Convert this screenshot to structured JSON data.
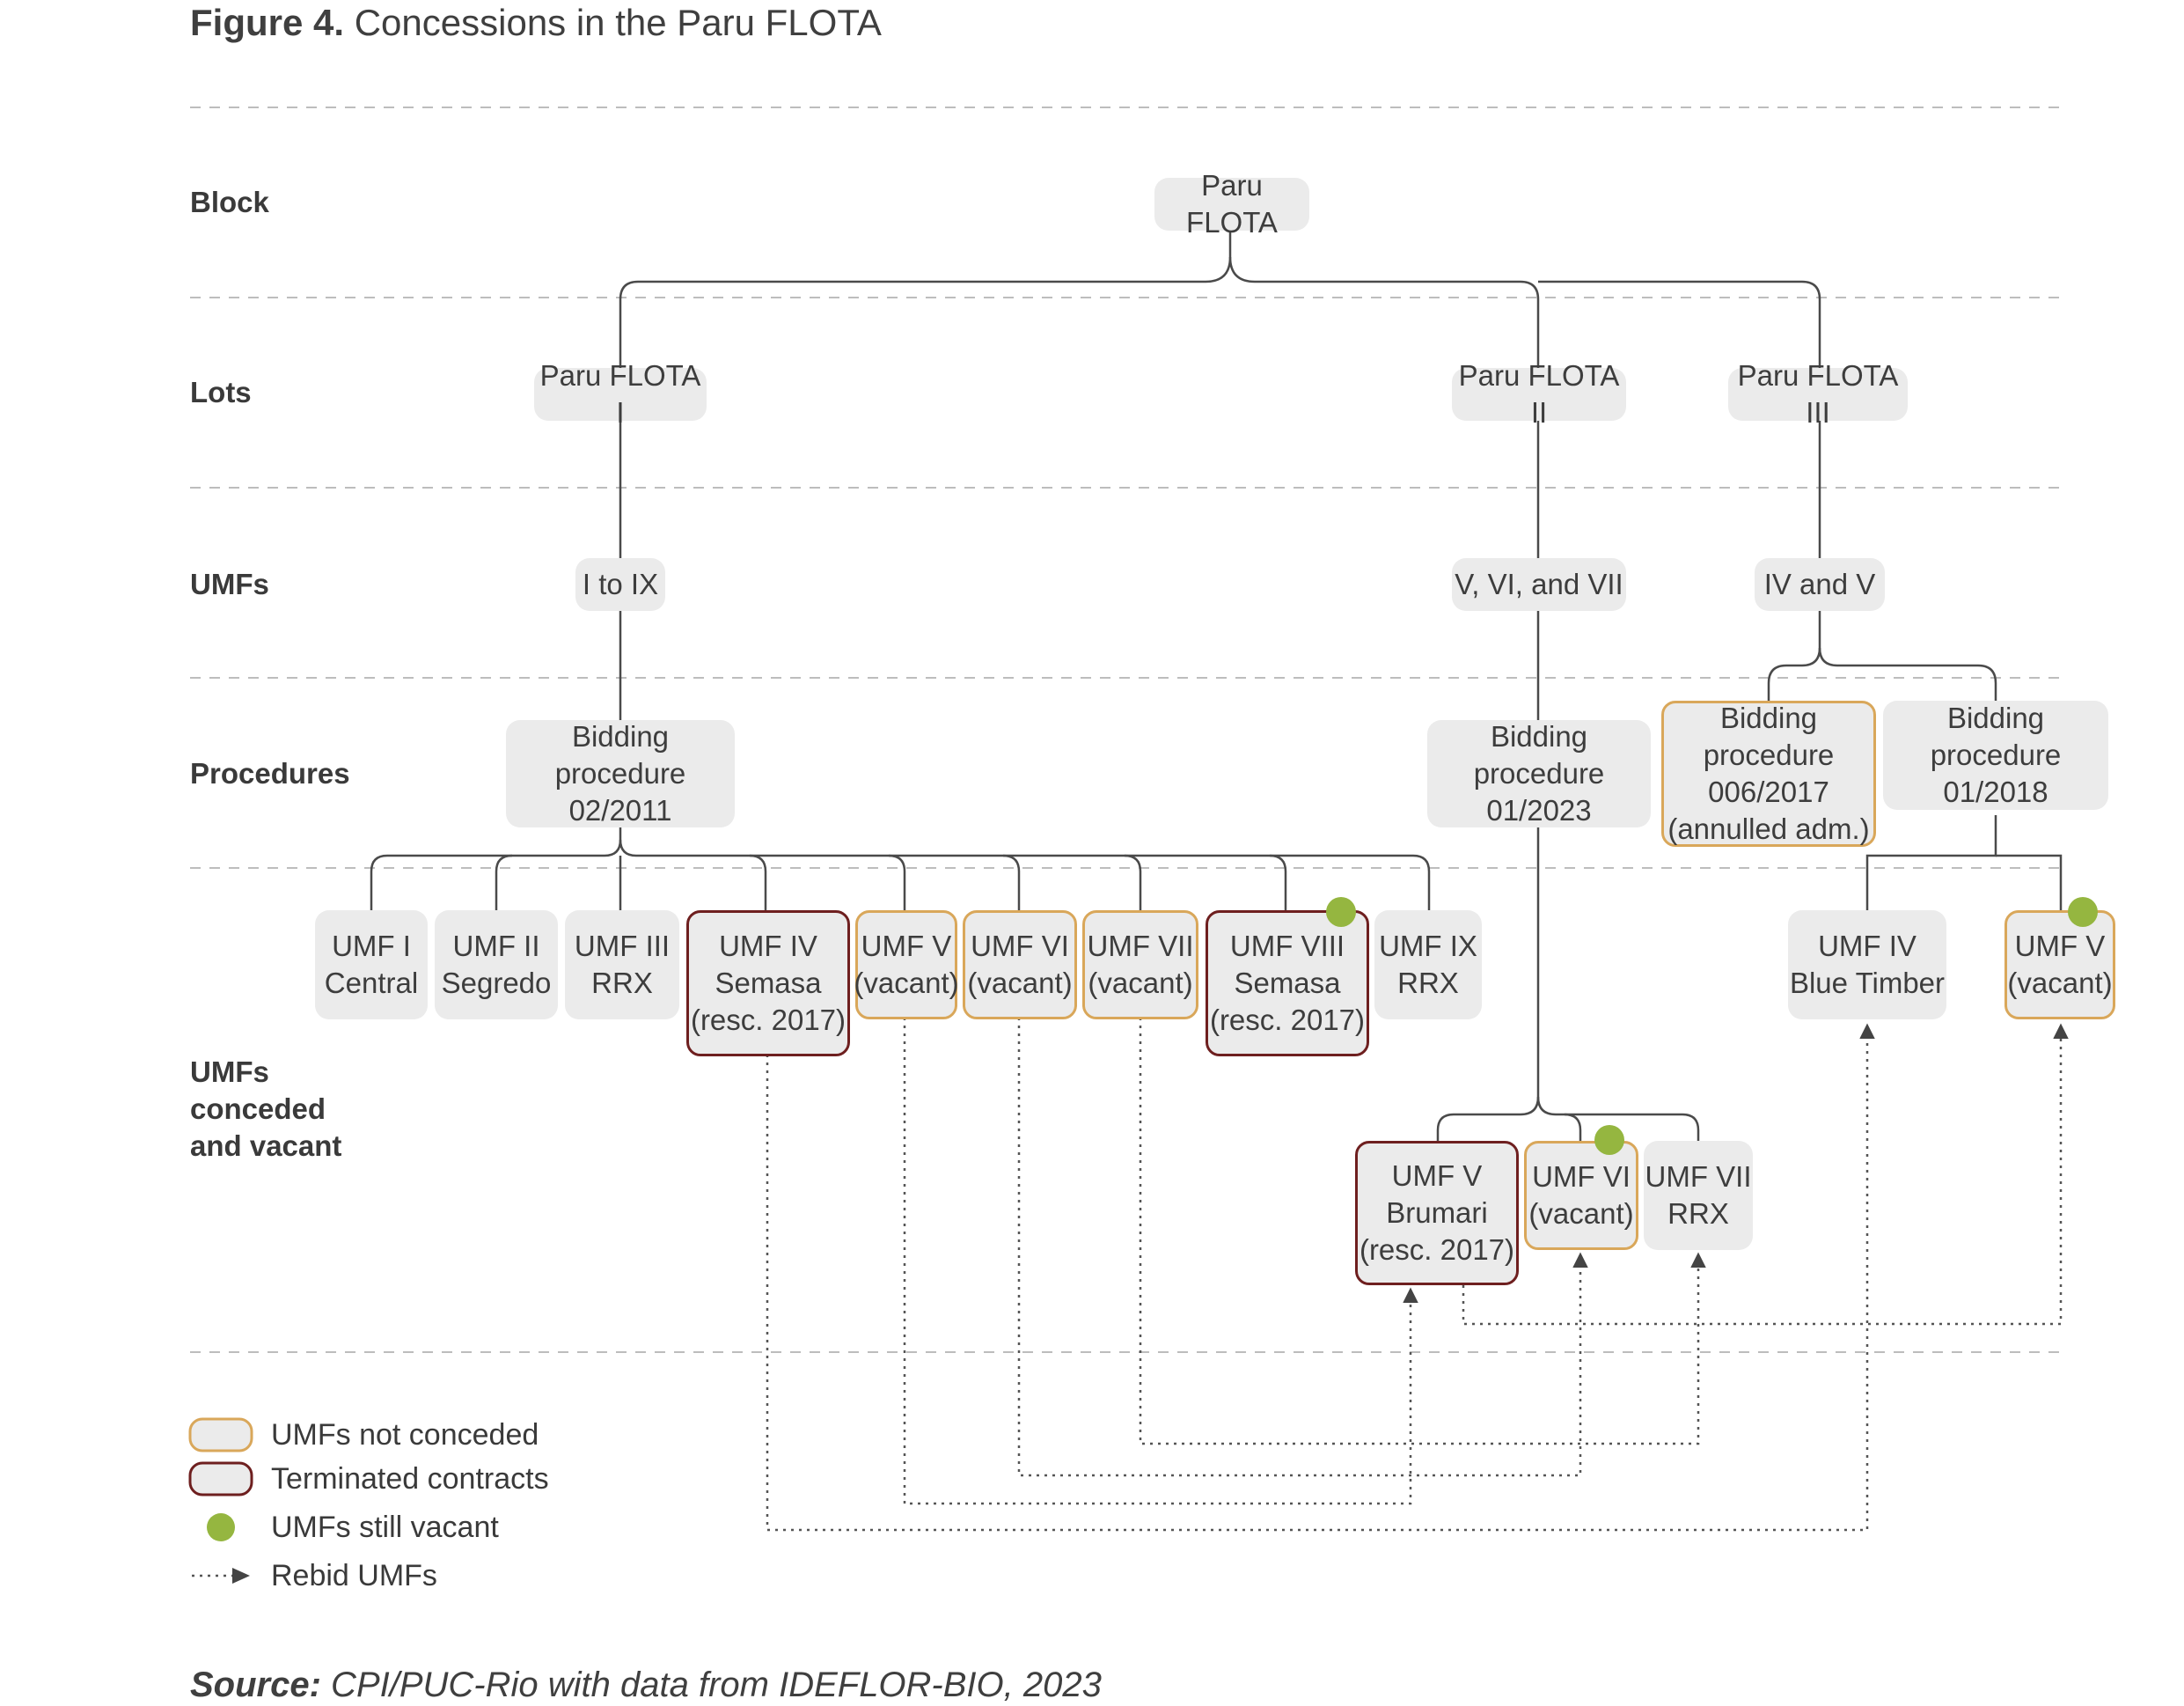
{
  "figure": {
    "label": "Figure 4.",
    "title": "Concessions in the Paru FLOTA"
  },
  "rows": {
    "block": "Block",
    "lots": "Lots",
    "umfs": "UMFs",
    "procedures": "Procedures",
    "conceded": "UMFs\nconceded\nand vacant"
  },
  "nodes": {
    "block": "Paru FLOTA",
    "lot1": "Paru FLOTA I",
    "lot2": "Paru FLOTA II",
    "lot3": "Paru FLOTA III",
    "umfs1": "I to IX",
    "umfs2": "V, VI, and  VII",
    "umfs3": "IV and V",
    "proc1": "Bidding procedure\n02/2011",
    "proc2": "Bidding procedure\n01/2023",
    "proc3a": "Bidding procedure\n006/2017\n(annulled adm.)",
    "proc3b": "Bidding procedure\n01/2018",
    "umf1": "UMF I\nCentral",
    "umf2": "UMF II\nSegredo",
    "umf3": "UMF III\nRRX",
    "umf4": "UMF IV\nSemasa\n(resc. 2017)",
    "umf5": "UMF V\n(vacant)",
    "umf6": "UMF VI\n(vacant)",
    "umf7": "UMF VII\n(vacant)",
    "umf8": "UMF VIII\nSemasa\n(resc. 2017)",
    "umf9": "UMF IX\nRRX",
    "umf2_5": "UMF V\nBrumari\n(resc. 2017)",
    "umf2_6": "UMF VI\n(vacant)",
    "umf2_7": "UMF VII\nRRX",
    "umf3_4": "UMF IV\nBlue Timber",
    "umf3_5": "UMF V\n(vacant)"
  },
  "legend": {
    "not_conceded": "UMFs not conceded",
    "terminated": "Terminated contracts",
    "still_vacant": "UMFs still vacant",
    "rebid": "Rebid UMFs"
  },
  "colors": {
    "not_conceded_border": "#d9a75a",
    "terminated_border": "#6e1f1f",
    "still_vacant_dot": "#95b640",
    "node_fill": "#ebebeb"
  },
  "source": {
    "label": "Source:",
    "text": " CPI/PUC-Rio with data from IDEFLOR-BIO, 2023"
  }
}
